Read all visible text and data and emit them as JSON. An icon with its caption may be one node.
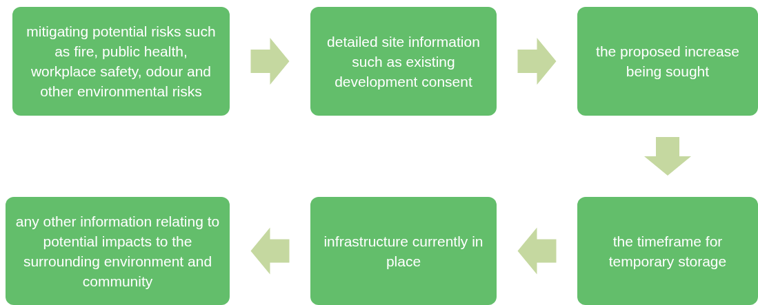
{
  "diagram": {
    "nodes": [
      {
        "text": [
          "mitigating potential risks such as fire, public health, workplace safety, odour and other environmental risks"
        ]
      },
      {
        "text": [
          "detailed site information such as existing development consent"
        ]
      },
      {
        "text": [
          "the proposed increase being sought"
        ]
      },
      {
        "text": [
          "the timeframe for temporary storage"
        ]
      },
      {
        "text": [
          "infrastructure currently in place"
        ]
      },
      {
        "text": [
          "any other information relating to potential impacts to the surrounding environment and community"
        ]
      }
    ],
    "edges": [
      {
        "from": 0,
        "to": 1,
        "arrow": "to"
      },
      {
        "from": 1,
        "to": 2,
        "arrow": "to"
      },
      {
        "from": 2,
        "to": 3,
        "arrow": "to"
      },
      {
        "from": 3,
        "to": 4,
        "arrow": "to"
      },
      {
        "from": 4,
        "to": 5,
        "arrow": "to"
      }
    ]
  }
}
